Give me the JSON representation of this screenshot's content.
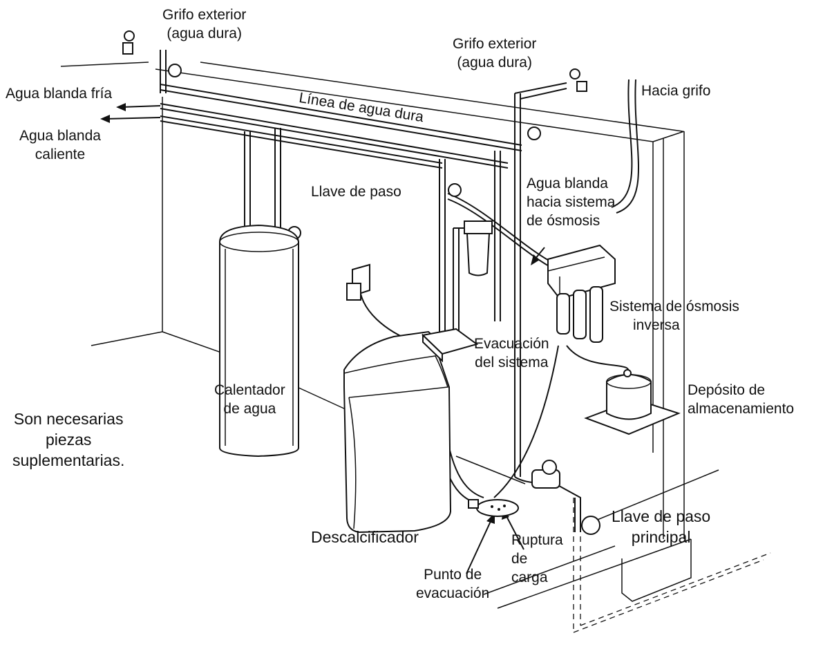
{
  "labels": {
    "grifo_exterior_1": [
      "Grifo exterior",
      "(agua dura)"
    ],
    "grifo_exterior_2": [
      "Grifo exterior",
      "(agua dura)"
    ],
    "hacia_grifo": "Hacia grifo",
    "agua_blanda_fria": "Agua blanda fría",
    "agua_blanda_caliente": [
      "Agua blanda",
      "caliente"
    ],
    "linea_agua_dura": "Línea de agua dura",
    "llave_de_paso": "Llave de paso",
    "agua_blanda_osmosis": [
      "Agua blanda",
      "hacia sistema",
      "de ósmosis"
    ],
    "sistema_osmosis": [
      "Sistema de ósmosis",
      "inversa"
    ],
    "evacuacion_sistema": [
      "Evacuación",
      "del sistema"
    ],
    "calentador": [
      "Calentador",
      "de agua"
    ],
    "deposito": [
      "Depósito de",
      "almacenamiento"
    ],
    "piezas": [
      "Son necesarias",
      "piezas",
      "suplementarias."
    ],
    "llave_principal": [
      "Llave de paso",
      "principal"
    ],
    "descalcificador": "Descalcificador",
    "ruptura": [
      "Ruptura",
      "de",
      "carga"
    ],
    "punto_evacuacion": [
      "Punto de",
      "evacuación"
    ]
  }
}
